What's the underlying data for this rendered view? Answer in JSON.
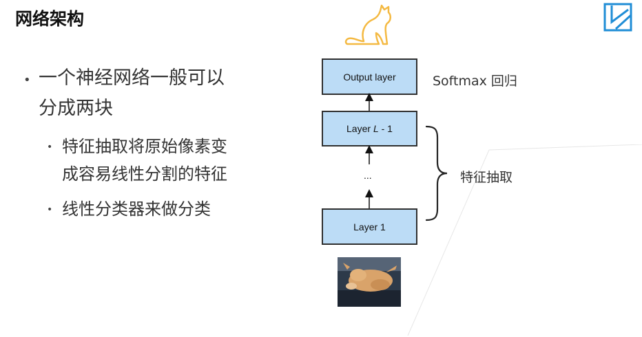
{
  "slide": {
    "title": "网络架构",
    "bullets": [
      {
        "text_line1": "一个神经网络一般可以",
        "text_line2": "分成两块"
      },
      {
        "text_line1": "特征抽取将原始像素变",
        "text_line2": "成容易线性分割的特征"
      },
      {
        "text": "线性分类器来做分类"
      }
    ]
  },
  "diagram": {
    "layers": {
      "output": "Output layer",
      "layer_l_minus_1_prefix": "Layer ",
      "layer_l_minus_1_var": "L",
      "layer_l_minus_1_suffix": " - 1",
      "ellipsis": "...",
      "layer_1": "Layer 1"
    },
    "labels": {
      "softmax": "Softmax 回归",
      "feature_extraction": "特征抽取"
    },
    "colors": {
      "layer_fill": "#bcdcf6",
      "cat_outline": "#f4b942",
      "logo": "#1f8dd6"
    }
  }
}
